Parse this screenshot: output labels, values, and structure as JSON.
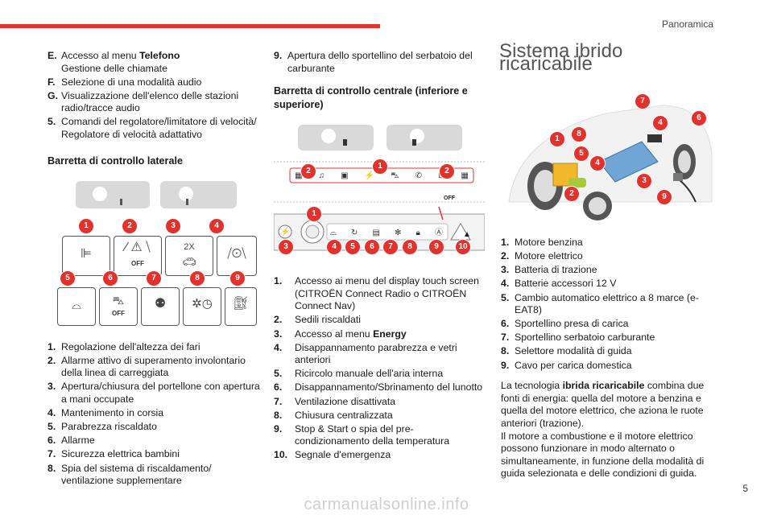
{
  "header": {
    "section": "Panoramica",
    "page_number": "5"
  },
  "col1": {
    "items_top": [
      {
        "n": "E.",
        "t": "Accesso al menu ",
        "b": "Telefono",
        "t2": "\nGestione delle chiamate"
      },
      {
        "n": "F.",
        "t": "Selezione di una modalità audio"
      },
      {
        "n": "G.",
        "t": "Visualizzazione dell'elenco delle stazioni radio/tracce audio"
      },
      {
        "n": "5.",
        "t": "Comandi del regolatore/limitatore di velocità/ Regolatore di velocità adattativo"
      }
    ],
    "subtitle": "Barretta di controllo laterale",
    "figure": {
      "badges_row1": [
        "1",
        "2",
        "3",
        "4"
      ],
      "badges_row2": [
        "5",
        "6",
        "7",
        "8",
        "9"
      ],
      "tile_labels": {
        "t2": "OFF",
        "t3": "2X",
        "t6": "OFF"
      }
    },
    "items": [
      {
        "n": "1.",
        "t": "Regolazione dell'altezza dei fari"
      },
      {
        "n": "2.",
        "t": "Allarme attivo di superamento involontario della linea di carreggiata"
      },
      {
        "n": "3.",
        "t": "Apertura/chiusura del portellone con apertura a mani occupate"
      },
      {
        "n": "4.",
        "t": "Mantenimento in corsia"
      },
      {
        "n": "5.",
        "t": "Parabrezza riscaldato"
      },
      {
        "n": "6.",
        "t": "Allarme"
      },
      {
        "n": "7.",
        "t": "Sicurezza elettrica bambini"
      },
      {
        "n": "8.",
        "t": "Spia del sistema di riscaldamento/ ventilazione supplementare"
      }
    ]
  },
  "col2": {
    "items_top": [
      {
        "n": "9.",
        "t": "Apertura dello sportellino del serbatoio del carburante"
      }
    ],
    "subtitle": "Barretta di controllo centrale (inferiore e superiore)",
    "figure": {
      "badges_upper": [
        "2",
        "1",
        "2"
      ],
      "badges_lower": [
        "1",
        "3",
        "4",
        "5",
        "6",
        "7",
        "8",
        "9",
        "10"
      ],
      "off_label": "OFF"
    },
    "items": [
      {
        "n": "1.",
        "t": "Accesso ai menu del display touch screen (CITROËN Connect Radio o CITROËN Connect Nav)"
      },
      {
        "n": "2.",
        "t": "Sedili riscaldati"
      },
      {
        "n": "3.",
        "t": "Accesso al menu ",
        "b": "Energy"
      },
      {
        "n": "4.",
        "t": "Disappannamento parabrezza e vetri anteriori"
      },
      {
        "n": "5.",
        "t": "Ricircolo manuale dell'aria interna"
      },
      {
        "n": "6.",
        "t": "Disappannamento/Sbrinamento del lunotto"
      },
      {
        "n": "7.",
        "t": "Ventilazione disattivata"
      },
      {
        "n": "8.",
        "t": "Chiusura centralizzata"
      },
      {
        "n": "9.",
        "t": "Stop & Start o spia del pre-condizionamento della temperatura"
      },
      {
        "n": "10.",
        "t": "Segnale d'emergenza"
      }
    ]
  },
  "col3": {
    "title": "Sistema ibrido ricaricabile",
    "figure": {
      "badges": [
        "7",
        "4",
        "6",
        "1",
        "8",
        "5",
        "4",
        "3",
        "2",
        "9"
      ]
    },
    "items": [
      {
        "n": "1.",
        "t": "Motore benzina"
      },
      {
        "n": "2.",
        "t": "Motore elettrico"
      },
      {
        "n": "3.",
        "t": "Batteria di trazione"
      },
      {
        "n": "4.",
        "t": "Batterie accessori 12 V"
      },
      {
        "n": "5.",
        "t": "Cambio automatico elettrico a 8 marce (e-EAT8)"
      },
      {
        "n": "6.",
        "t": "Sportellino presa di carica"
      },
      {
        "n": "7.",
        "t": "Sportellino serbatoio carburante"
      },
      {
        "n": "8.",
        "t": "Selettore modalità di guida"
      },
      {
        "n": "9.",
        "t": "Cavo per carica domestica"
      }
    ],
    "para1_a": "La tecnologia ",
    "para1_b": "ibrida ricaricabile",
    "para1_c": " combina due fonti di energia: quella del motore a benzina e quella del motore elettrico, che aziona le ruote anteriori (trazione).",
    "para2": "Il motore a combustione e il motore elettrico possono funzionare in modo alternato o simultaneamente, in funzione della modalità di guida selezionata e delle condizioni di guida."
  },
  "footer": {
    "watermark": "carmanualsonline.info"
  },
  "colors": {
    "accent": "#e4312b"
  }
}
